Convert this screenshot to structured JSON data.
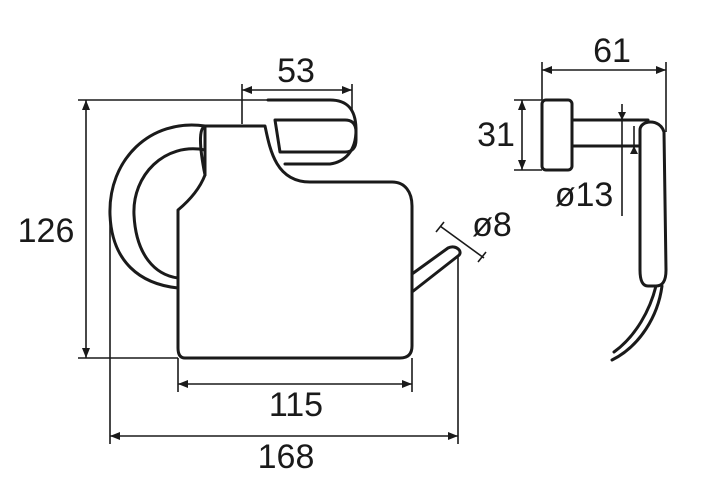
{
  "dimensions": {
    "width_top": "53",
    "height_total": "126",
    "width_cover": "115",
    "width_total": "168",
    "diameter_rod": "ø8",
    "depth_side": "61",
    "height_mount": "31",
    "diameter_mount": "ø13"
  },
  "colors": {
    "line": "#1a1a1a",
    "background": "#ffffff"
  }
}
